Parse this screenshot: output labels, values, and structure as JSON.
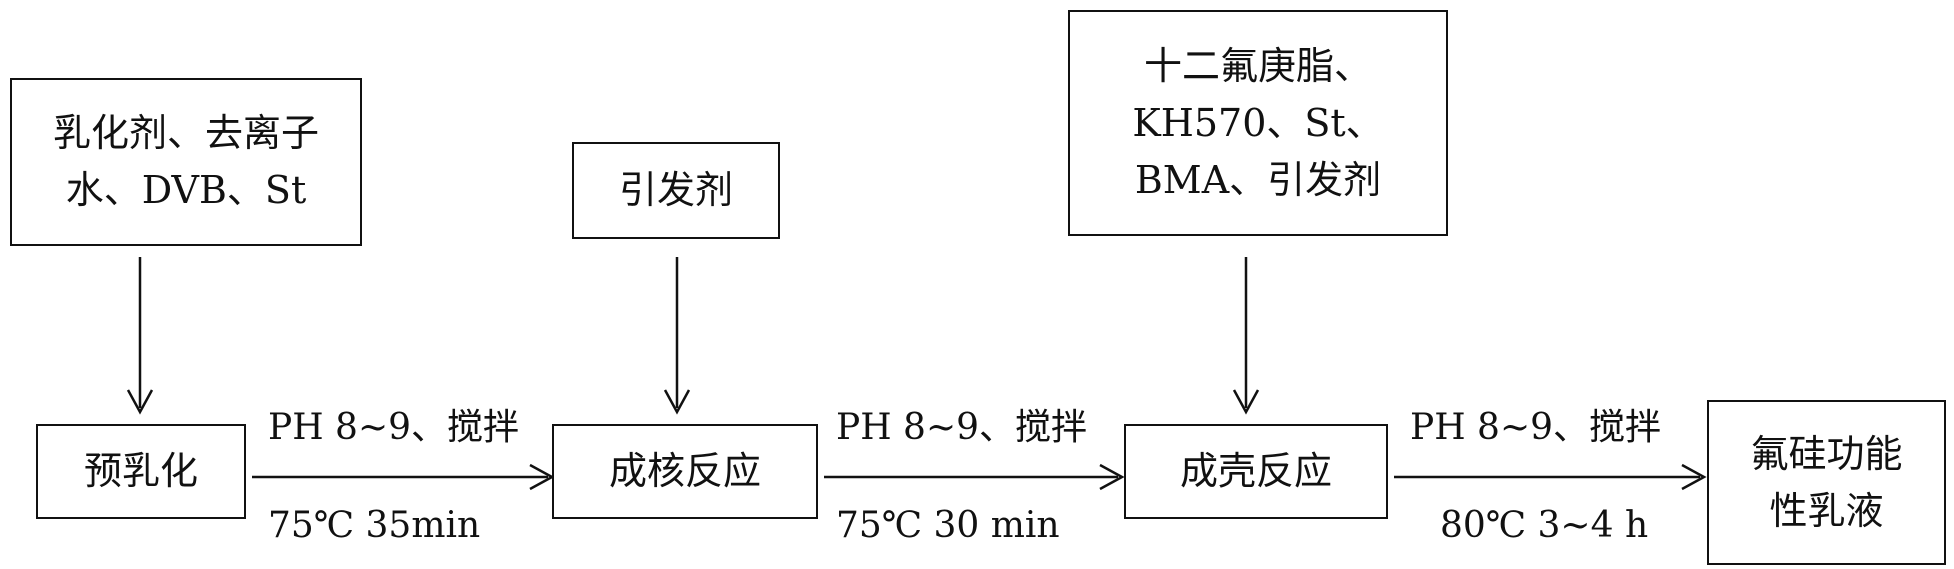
{
  "inputs": {
    "input1": "乳化剂、去离子\n水、DVB、St",
    "input2": "引发剂",
    "input3": "十二氟庚脂、\nKH570、St、\nBMA、引发剂"
  },
  "stages": {
    "stage1": "预乳化",
    "stage2": "成核反应",
    "stage3": "成壳反应",
    "stage4": "氟硅功能\n性乳液"
  },
  "conditions": [
    {
      "top": "PH 8~9、搅拌",
      "bottom": "75℃  35min"
    },
    {
      "top": "PH 8~9、搅拌",
      "bottom": "75℃  30 min"
    },
    {
      "top": "PH 8~9、搅拌",
      "bottom": "80℃  3~4 h"
    }
  ]
}
